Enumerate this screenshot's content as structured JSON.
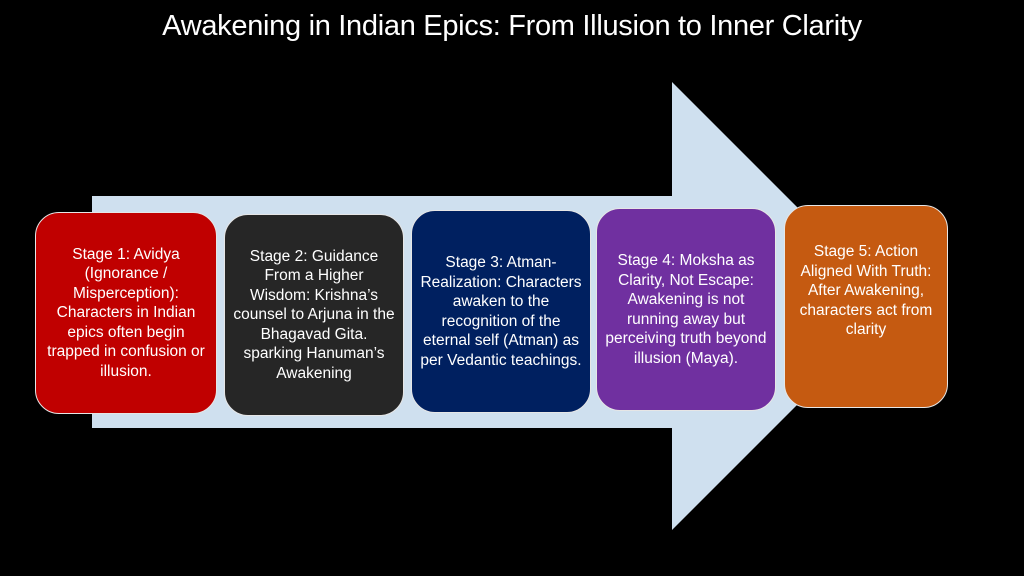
{
  "title": "Awakening in Indian Epics: From Illusion to Inner Clarity",
  "colors": {
    "background": "#000000",
    "arrow": "#CFE0EF",
    "stage1": "#C00000",
    "stage2": "#262626",
    "stage3": "#002060",
    "stage4": "#7030A0",
    "stage5": "#C55A11"
  },
  "arrow_icon": "right-block-arrow",
  "stages": [
    {
      "label": "Stage 1: Avidya (Ignorance / Misperception): Characters in Indian epics often begin trapped in confusion or illusion."
    },
    {
      "label": "Stage 2: Guidance From a Higher Wisdom: Krishna’s counsel to Arjuna in the Bhagavad Gita. sparking Hanuman’s Awakening"
    },
    {
      "label": "Stage 3: Atman-Realization: Characters awaken to the recognition of the eternal self (Atman) as per Vedantic teachings."
    },
    {
      "label": "Stage 4: Moksha as Clarity, Not Escape: Awakening is not running away but perceiving truth beyond illusion (Maya)."
    },
    {
      "label": "Stage 5: Action Aligned With Truth: After Awakening, characters act from clarity"
    }
  ]
}
